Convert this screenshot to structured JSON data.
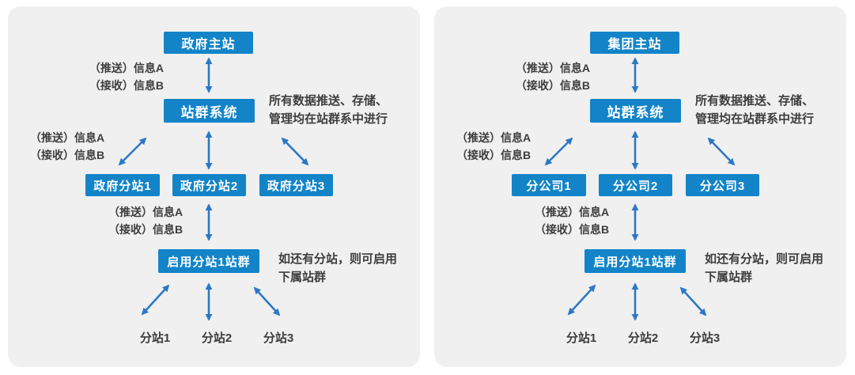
{
  "colors": {
    "panel_bg": "#f0f0f1",
    "box_bg": "#1384c8",
    "box_text": "#ffffff",
    "arrow": "#2d78c4",
    "text": "#3d3d3d"
  },
  "diagrams": [
    {
      "root": "政府主站",
      "hub": "站群系统",
      "exchange_top": {
        "line1": "（推送）信息A",
        "line2": "（接收）信息B"
      },
      "exchange_mid": {
        "line1": "（推送）信息A",
        "line2": "（接收）信息B"
      },
      "exchange_low": {
        "line1": "（推送）信息A",
        "line2": "（接收）信息B"
      },
      "hub_note": {
        "line1": "所有数据推送、存储、",
        "line2": "管理均在站群系中进行"
      },
      "branches": [
        "政府分站1",
        "政府分站2",
        "政府分站3"
      ],
      "subhub": "启用分站1站群",
      "subhub_note": {
        "line1": "如还有分站，则可启用",
        "line2": "下属站群"
      },
      "leaves": [
        "分站1",
        "分站2",
        "分站3"
      ]
    },
    {
      "root": "集团主站",
      "hub": "站群系统",
      "exchange_top": {
        "line1": "（推送）信息A",
        "line2": "（接收）信息B"
      },
      "exchange_mid": {
        "line1": "（推送）信息A",
        "line2": "（接收）信息B"
      },
      "exchange_low": {
        "line1": "（推送）信息A",
        "line2": "（接收）信息B"
      },
      "hub_note": {
        "line1": "所有数据推送、存储、",
        "line2": "管理均在站群系中进行"
      },
      "branches": [
        "分公司1",
        "分公司2",
        "分公司3"
      ],
      "subhub": "启用分站1站群",
      "subhub_note": {
        "line1": "如还有分站，则可启用",
        "line2": "下属站群"
      },
      "leaves": [
        "分站1",
        "分站2",
        "分站3"
      ]
    }
  ]
}
